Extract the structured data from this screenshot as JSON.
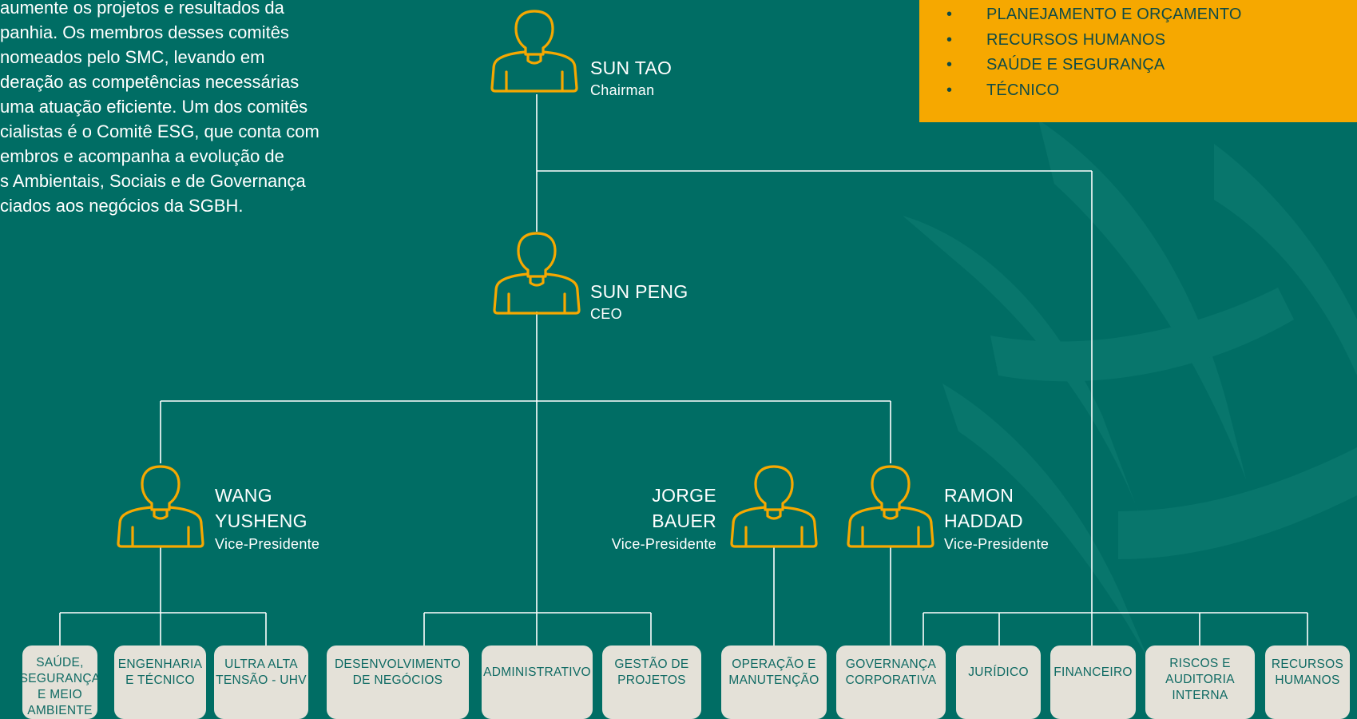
{
  "intro": {
    "lines": [
      "aumente os projetos e resultados da",
      "panhia. Os membros desses comitês",
      "nomeados pelo SMC, levando em",
      "deração as competências necessárias",
      "uma atuação eficiente. Um dos comitês",
      "cialistas é o Comitê ESG, que conta com",
      "embros e acompanha a evolução de",
      "s Ambientais, Sociais e de Governança",
      "ciados aos negócios da SGBH."
    ]
  },
  "committees": {
    "bullet": "•",
    "items": [
      "PLANEJAMENTO E ORÇAMENTO",
      "RECURSOS HUMANOS",
      "SAÚDE E SEGURANÇA",
      "TÉCNICO"
    ]
  },
  "people": {
    "chairman": {
      "name_lines": [
        "SUN TAO"
      ],
      "role": "Chairman"
    },
    "ceo": {
      "name_lines": [
        "SUN PENG"
      ],
      "role": "CEO"
    },
    "vp_wang": {
      "name_lines": [
        "WANG",
        "YUSHENG"
      ],
      "role": "Vice-Presidente"
    },
    "vp_jorge": {
      "name_lines": [
        "JORGE",
        "BAUER"
      ],
      "role": "Vice-Presidente"
    },
    "vp_ramon": {
      "name_lines": [
        "RAMON",
        "HADDAD"
      ],
      "role": "Vice-Presidente"
    }
  },
  "departments": [
    {
      "lines": [
        "SAÚDE,",
        "SEGURANÇA",
        "E MEIO",
        "AMBIENTE"
      ]
    },
    {
      "lines": [
        "ENGENHARIA",
        "E TÉCNICO"
      ]
    },
    {
      "lines": [
        "ULTRA ALTA",
        "TENSÃO - UHV"
      ]
    },
    {
      "lines": [
        "DESENVOLVIMENTO",
        "DE NEGÓCIOS"
      ]
    },
    {
      "lines": [
        "ADMINISTRATIVO"
      ]
    },
    {
      "lines": [
        "GESTÃO DE",
        "PROJETOS"
      ]
    },
    {
      "lines": [
        "OPERAÇÃO E",
        "MANUTENÇÃO"
      ]
    },
    {
      "lines": [
        "GOVERNANÇA",
        "CORPORATIVA"
      ]
    },
    {
      "lines": [
        "JURÍDICO"
      ]
    },
    {
      "lines": [
        "FINANCEIRO"
      ]
    },
    {
      "lines": [
        "RISCOS E",
        "AUDITORIA",
        "INTERNA"
      ]
    },
    {
      "lines": [
        "RECURSOS",
        "HUMANOS"
      ]
    }
  ],
  "colors": {
    "background": "#006d64",
    "accent": "#f6a800",
    "department_box": "#e4e1d8",
    "department_text": "#0f6a63"
  },
  "icons": {
    "person": "person-icon"
  }
}
